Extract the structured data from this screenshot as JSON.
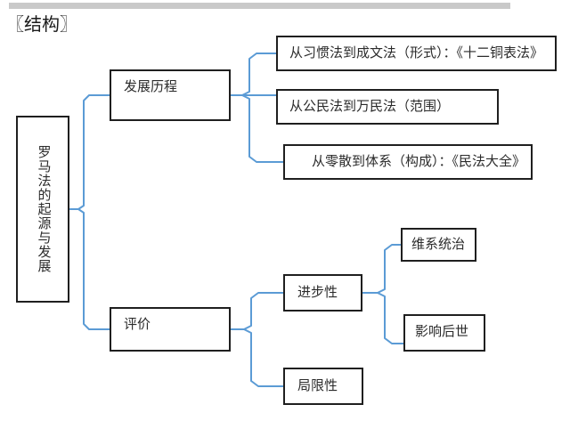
{
  "page": {
    "title": "〖结构〗",
    "accent_color": "#5b9bd5",
    "box_border_color": "#1f1f1f",
    "rule_color": "#c9c9c9",
    "background": "#ffffff"
  },
  "diagram": {
    "type": "tree",
    "root": {
      "label": "罗马法的起源与发展",
      "orientation": "vertical"
    },
    "branches": [
      {
        "label": "发展历程",
        "children": [
          {
            "label": "从习惯法到成文法（形式）：《十二铜表法》"
          },
          {
            "label": "从公民法到万民法（范围）"
          },
          {
            "label": "从零散到体系（构成）：《民法大全》"
          }
        ]
      },
      {
        "label": "评价",
        "children": [
          {
            "label": "进步性",
            "children": [
              {
                "label": "维系统治"
              },
              {
                "label": "影响后世"
              }
            ]
          },
          {
            "label": "局限性"
          }
        ]
      }
    ]
  }
}
